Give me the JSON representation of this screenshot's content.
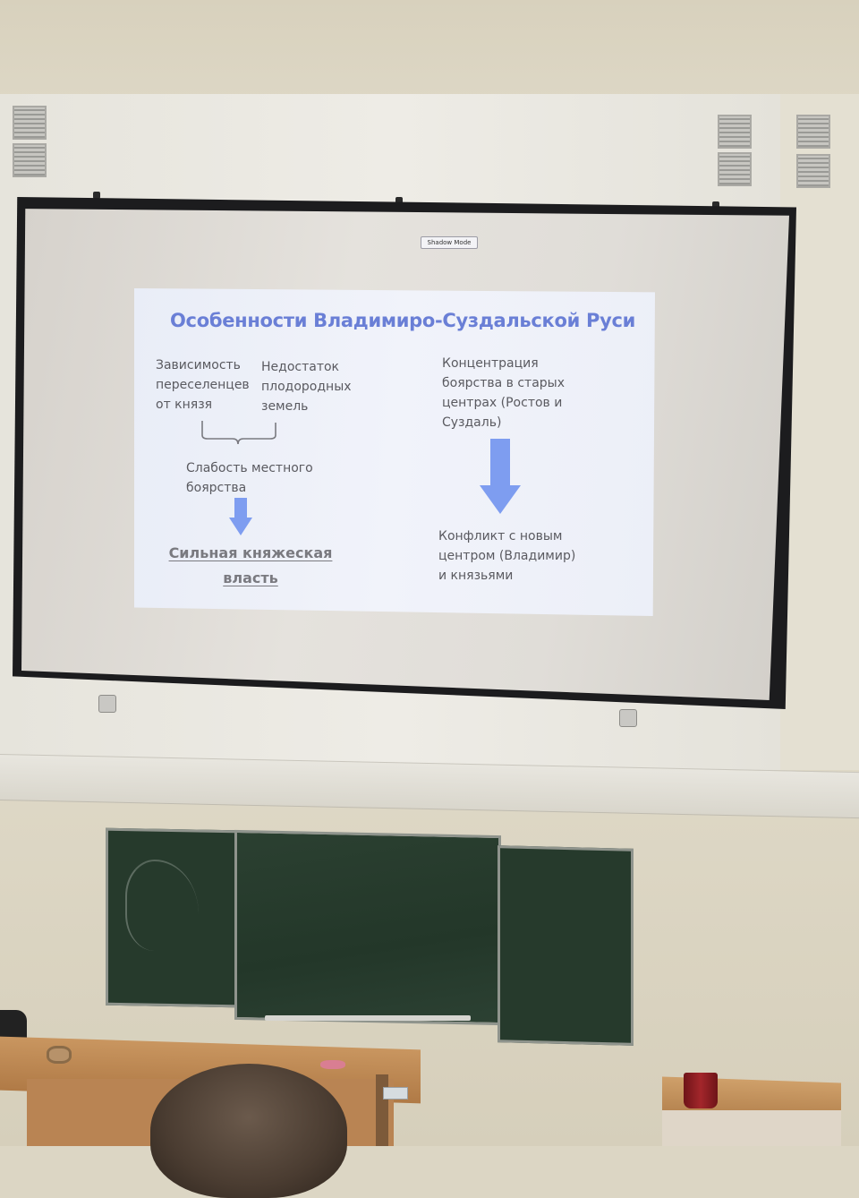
{
  "screen": {
    "mode_badge": "Shadow Mode"
  },
  "slide": {
    "title": "Особенности Владимиро-Суздальской Руси",
    "left_col": {
      "item1": "Зависимость\nпереселенцев\nот князя",
      "item2": "Недостаток\nплодородных\nземель",
      "result": "Слабость местного\nбоярства",
      "conclusion": "Сильная княжеская\nвласть"
    },
    "right_col": {
      "item": "Концентрация\nбоярства в старых\nцентрах (Ростов и\nСуздаль)",
      "result": "Конфликт с новым\nцентром (Владимир)\nи князьями"
    },
    "colors": {
      "title": "#6a7fd6",
      "arrow": "#7e9df0",
      "text": "#5a5a60"
    }
  }
}
